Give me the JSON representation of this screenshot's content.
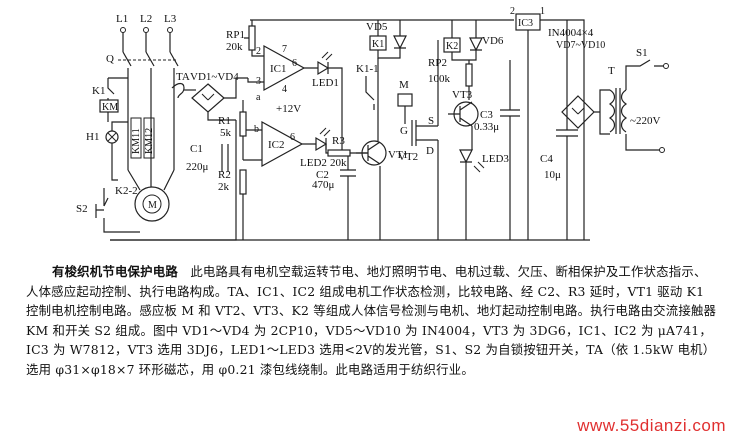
{
  "labels": {
    "L1": "L1",
    "L2": "L2",
    "L3": "L3",
    "Q": "Q",
    "K1": "K1",
    "KM": "KM",
    "KM11": "KM11",
    "KM12": "KM12",
    "H1": "H1",
    "K2_2": "K2-2",
    "S2": "S2",
    "M3": "M",
    "TA": "TA",
    "VD1_VD4": "VD1~VD4",
    "RP1": "RP1",
    "RP1_val": "20k",
    "IC1": "IC1",
    "LED1": "LED1",
    "R1": "R1",
    "R1_val": "5k",
    "C1": "C1",
    "C1_val": "220μ",
    "R2": "R2",
    "R2_val": "2k",
    "p12V": "+12V",
    "IC2": "IC2",
    "LED2": "LED2",
    "R3": "R3",
    "R3_val": "20k",
    "C2": "C2",
    "C2_val": "470μ",
    "VT1": "VT1",
    "K1_1": "K1-1",
    "VD5": "VD5",
    "K1box": "K1",
    "K2box": "K2",
    "VD6": "VD6",
    "Mplate": "M",
    "G": "G",
    "S": "S",
    "D": "D",
    "VT2": "VT2",
    "RP2": "RP2",
    "RP2_val": "100k",
    "VT3": "VT3",
    "C3": "C3",
    "C3_val": "0.33μ",
    "LED3": "LED3",
    "IC3": "IC3",
    "IN4004": "IN4004×4",
    "VD7_VD10": "VD7~VD10",
    "C4": "C4",
    "C4_val": "10μ",
    "T": "T",
    "S1": "S1",
    "V220": "~220V",
    "pin1": "1",
    "pin2": "2",
    "pin3": "3",
    "pin4": "4",
    "pin6": "6",
    "pin7": "7",
    "pa": "a",
    "pb": "b"
  },
  "caption": {
    "title": "有梭织机节电保护电路",
    "body": "此电路具有电机空载运转节电、地灯照明节电、电机过载、欠压、断相保护及工作状态指示、人体感应起动控制、执行电路构成。TA、IC1、IC2 组成电机工作状态检测，比较电路、经 C2、R3 延时，VT1 驱动 K1 控制电机控制电路。感应板 M 和 VT2、VT3、K2 等组成人体信号检测与电机、地灯起动控制电路。执行电路由交流接触器 KM 和开关 S2 组成。图中 VD1～VD4 为 2CP10，VD5～VD10 为 IN4004，VT3 为 3DG6，IC1、IC2 为 μA741，IC3 为 W7812，VT3 选用 3DJ6，LED1～LED3 选用<2V的发光管，S1、S2 为自锁按钮开关，TA（依 1.5kW 电机）选用 φ31×φ18×7 环形磁芯，用 φ0.21 漆包线绕制。此电路适用于纺织行业。"
  },
  "watermark": "www.55dianzi.com"
}
